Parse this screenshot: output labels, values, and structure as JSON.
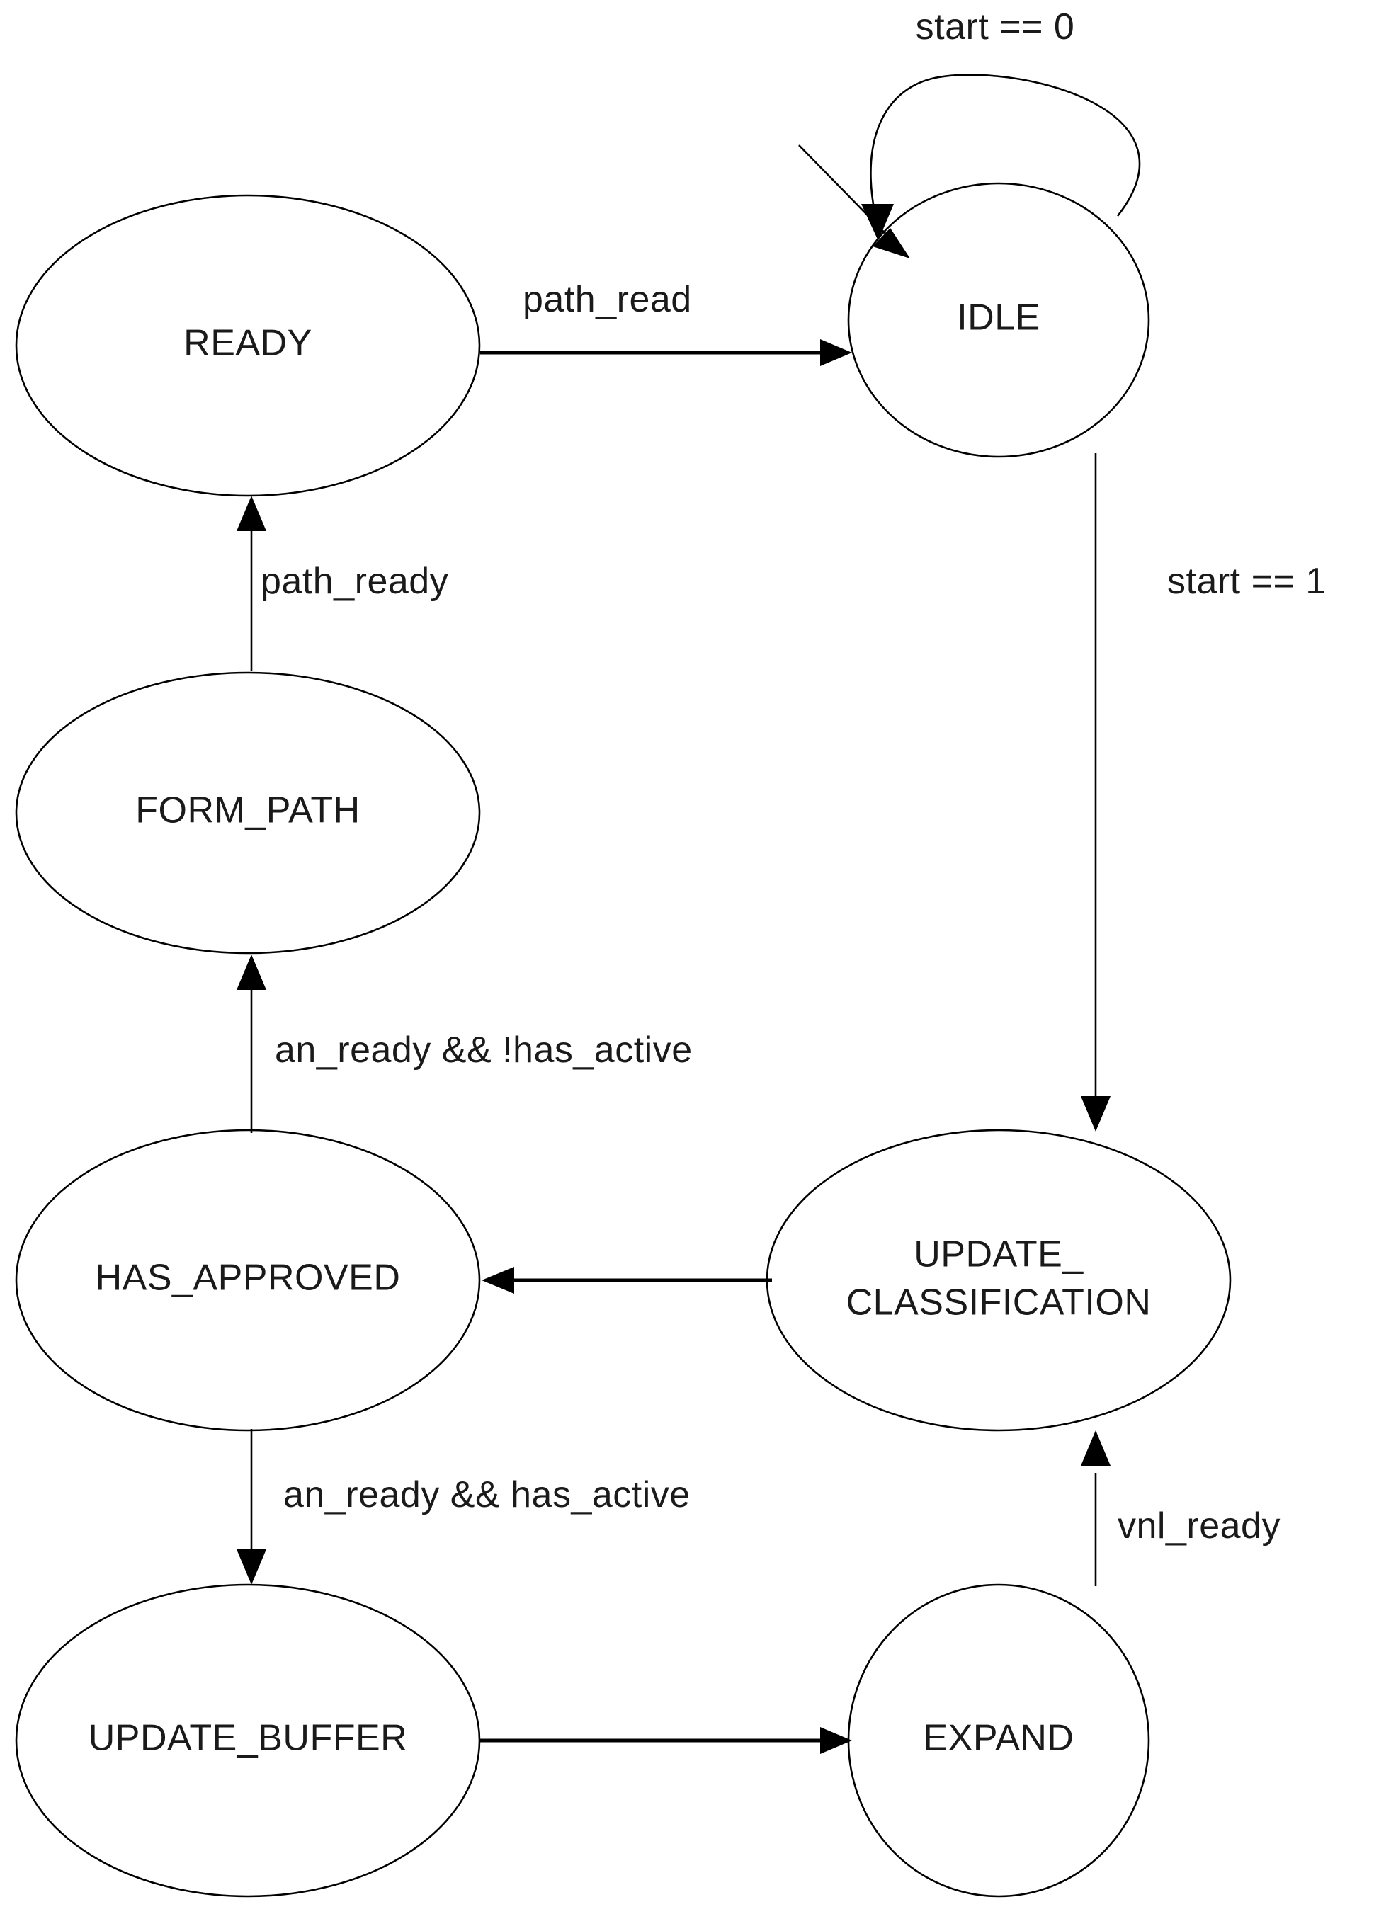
{
  "diagram": {
    "type": "finite-state-machine",
    "background_color": "#ffffff",
    "stroke_color": "#000000",
    "text_color": "#1a1a1a",
    "states": [
      {
        "id": "ready",
        "label": "READY",
        "label_line1": "READY",
        "label_line2": ""
      },
      {
        "id": "idle",
        "label": "IDLE",
        "label_line1": "IDLE",
        "label_line2": ""
      },
      {
        "id": "form_path",
        "label": "FORM_PATH",
        "label_line1": "FORM_PATH",
        "label_line2": ""
      },
      {
        "id": "has_approved",
        "label": "HAS_APPROVED",
        "label_line1": "HAS_APPROVED",
        "label_line2": ""
      },
      {
        "id": "update_classification",
        "label": "UPDATE_CLASSIFICATION",
        "label_line1": "UPDATE_",
        "label_line2": "CLASSIFICATION"
      },
      {
        "id": "update_buffer",
        "label": "UPDATE_BUFFER",
        "label_line1": "UPDATE_BUFFER",
        "label_line2": ""
      },
      {
        "id": "expand",
        "label": "EXPAND",
        "label_line1": "EXPAND",
        "label_line2": ""
      }
    ],
    "transitions": [
      {
        "id": "t_ready_idle",
        "from": "ready",
        "to": "idle",
        "label": "path_read"
      },
      {
        "id": "t_idle_self",
        "from": "idle",
        "to": "idle",
        "label": "start == 0"
      },
      {
        "id": "t_idle_update_class",
        "from": "idle",
        "to": "update_classification",
        "label": "start == 1"
      },
      {
        "id": "t_formpath_ready",
        "from": "form_path",
        "to": "ready",
        "label": "path_ready"
      },
      {
        "id": "t_hasappr_formpath",
        "from": "has_approved",
        "to": "form_path",
        "label": "an_ready && !has_active"
      },
      {
        "id": "t_uc_hasapproved",
        "from": "update_classification",
        "to": "has_approved",
        "label": ""
      },
      {
        "id": "t_hasappr_buffer",
        "from": "has_approved",
        "to": "update_buffer",
        "label": "an_ready && has_active"
      },
      {
        "id": "t_buffer_expand",
        "from": "update_buffer",
        "to": "expand",
        "label": ""
      },
      {
        "id": "t_expand_uc",
        "from": "expand",
        "to": "update_classification",
        "label": "vnl_ready"
      },
      {
        "id": "t_start_entry",
        "from": "",
        "to": "idle",
        "label": ""
      }
    ]
  }
}
